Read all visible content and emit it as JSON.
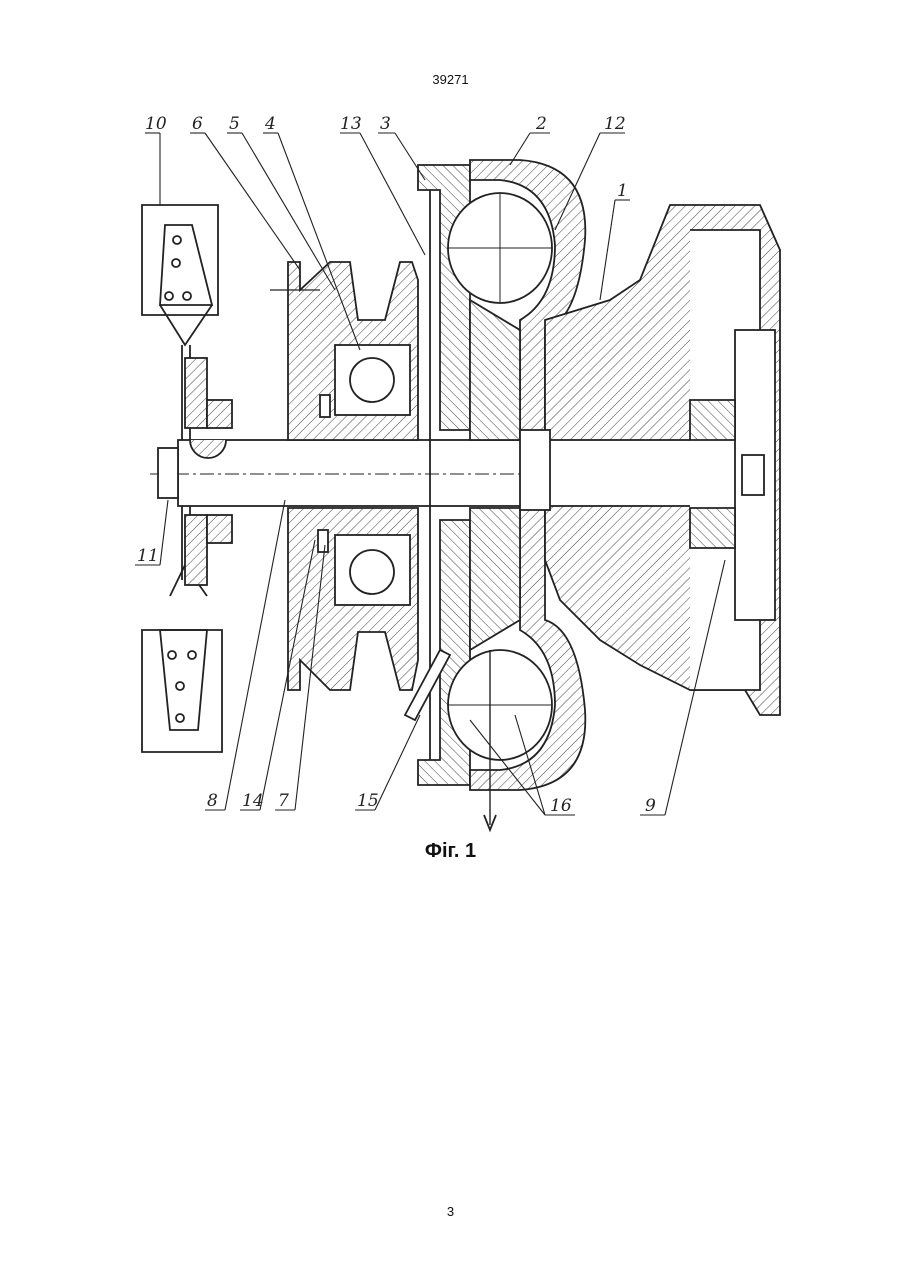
{
  "document": {
    "patent_number": "39271",
    "page_number": "3",
    "figure_caption": "Фіг. 1"
  },
  "callouts": [
    "10",
    "6",
    "5",
    "4",
    "13",
    "3",
    "2",
    "12",
    "1",
    "11",
    "8",
    "14",
    "7",
    "15",
    "16",
    "9"
  ]
}
